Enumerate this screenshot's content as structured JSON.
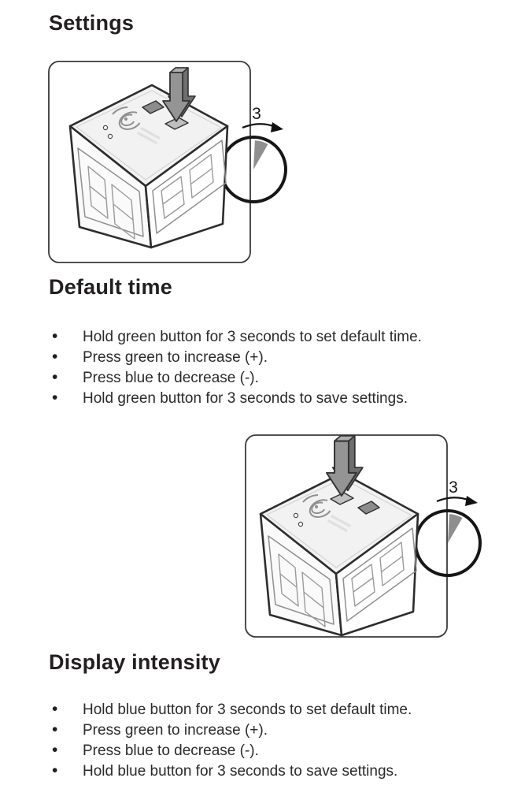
{
  "page": {
    "title": "Settings"
  },
  "sections": [
    {
      "heading": "Default time",
      "bullets": [
        "Hold green button for 3 seconds to set default time.",
        "Press green to increase (+).",
        "Press blue to decrease (-).",
        "Hold green button for 3 seconds to save settings."
      ]
    },
    {
      "heading": "Display intensity",
      "bullets": [
        "Hold blue button for 3 seconds to set default time.",
        "Press green to increase (+).",
        "Press blue to decrease (-).",
        "Hold blue button for 3 seconds to save settings."
      ]
    }
  ],
  "illustrations": [
    {
      "timer_label": "3",
      "pressed_button": "right"
    },
    {
      "timer_label": "3",
      "pressed_button": "left"
    }
  ],
  "glyphs": {
    "bullet": "•"
  },
  "icons": {
    "press_arrow": "3d-down-arrow",
    "timer": "stopwatch-dial-with-wedge",
    "device": "cube-clock",
    "device_top": [
      "spiral-speaker-icon",
      "two-holes",
      "square-button"
    ]
  },
  "colors": {
    "background": "#ffffff",
    "text": "#231f20",
    "outline": "#2d2d2d",
    "arrow_gray": "#949494",
    "arrow_side_gray": "#6e6e6e",
    "timer_wedge": "#8f8f8f",
    "button_dark": "#8c8c8c"
  }
}
